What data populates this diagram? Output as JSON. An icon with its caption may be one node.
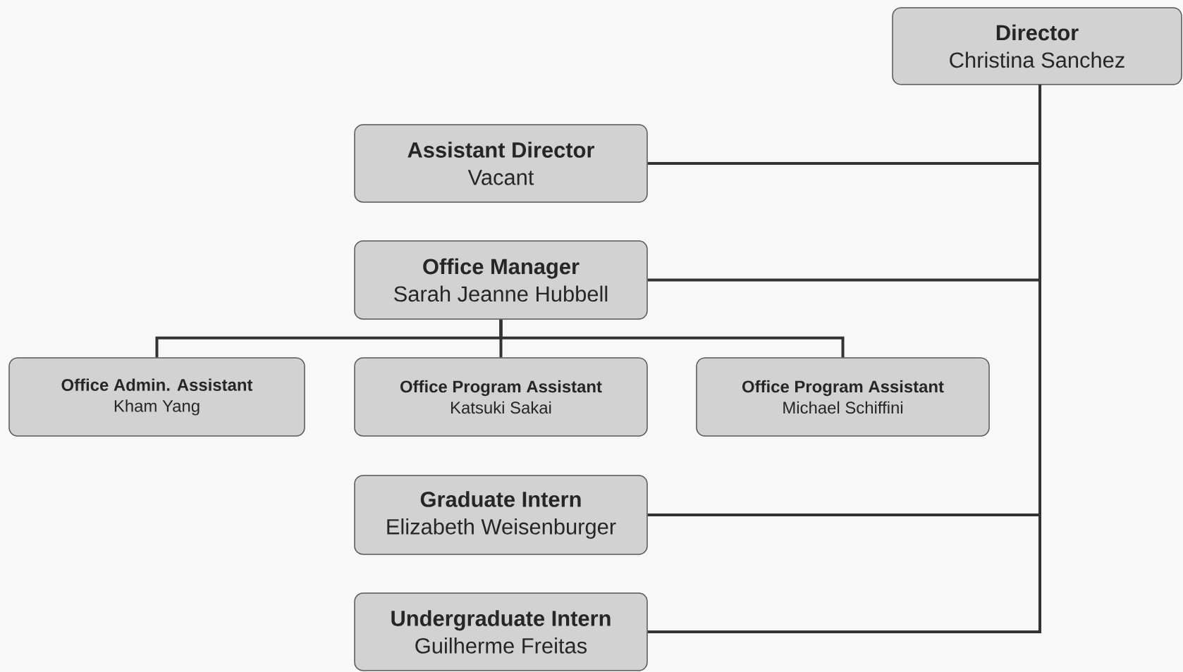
{
  "diagram": {
    "nodes": [
      {
        "text": [
          "Director",
          "Christina Sanchez"
        ]
      },
      {
        "text": [
          "Assistant Director",
          "Vacant"
        ]
      },
      {
        "text": [
          "Office Manager",
          "Sarah Jeanne Hubbell"
        ]
      },
      {
        "text": [
          "Office Admin. Assistant",
          "Kham Yang"
        ]
      },
      {
        "text": [
          "Office Program Assistant",
          "Katsuki Sakai"
        ]
      },
      {
        "text": [
          "Office Program Assistant",
          "Michael Schiffini"
        ]
      },
      {
        "text": [
          "Graduate Intern",
          "Elizabeth Weisenburger"
        ]
      },
      {
        "text": [
          "Undergraduate Intern",
          "Guilherme Freitas"
        ]
      }
    ],
    "edges": [
      {
        "from": 0,
        "to": 1,
        "arrow": "none"
      },
      {
        "from": 0,
        "to": 2,
        "arrow": "none"
      },
      {
        "from": 0,
        "to": 6,
        "arrow": "none"
      },
      {
        "from": 0,
        "to": 7,
        "arrow": "none"
      },
      {
        "from": 2,
        "to": 3,
        "arrow": "none"
      },
      {
        "from": 2,
        "to": 4,
        "arrow": "none"
      },
      {
        "from": 2,
        "to": 5,
        "arrow": "none"
      }
    ]
  }
}
